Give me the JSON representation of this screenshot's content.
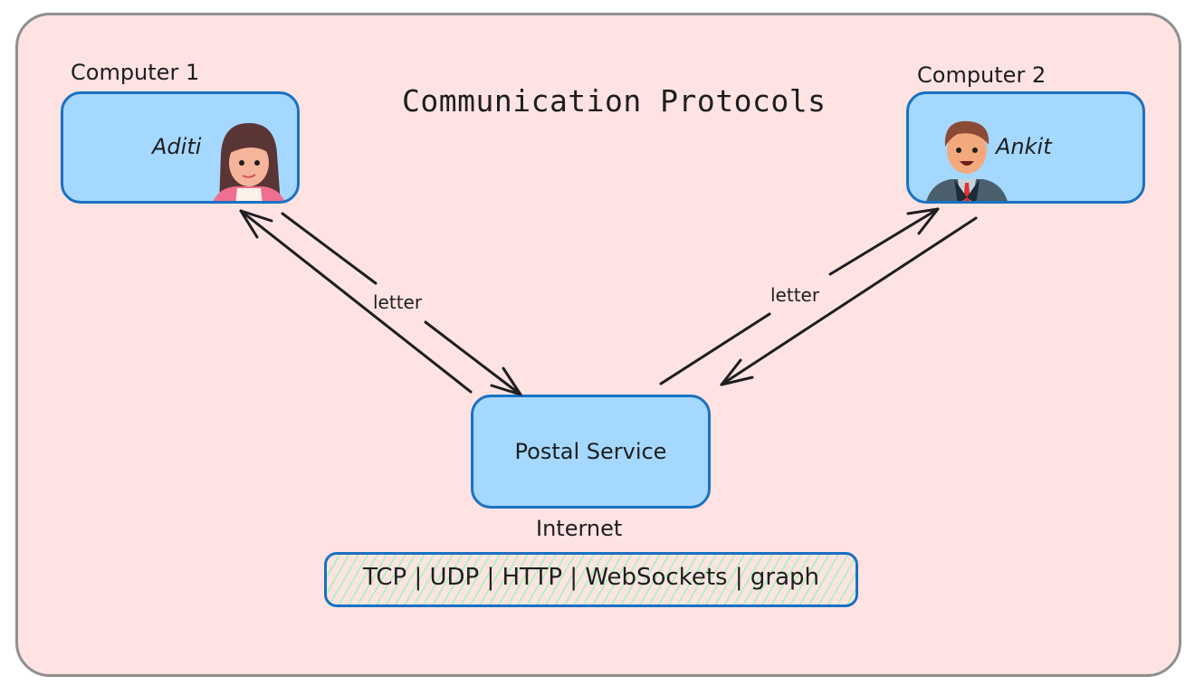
{
  "diagram": {
    "title": "Communication Protocols",
    "nodes": {
      "computer1": {
        "label": "Computer 1",
        "person": "Aditi",
        "avatar": "female-avatar"
      },
      "computer2": {
        "label": "Computer 2",
        "person": "Ankit",
        "avatar": "male-avatar"
      },
      "postal": {
        "label": "Postal Service",
        "caption": "Internet"
      }
    },
    "edges": {
      "left_label": "letter",
      "right_label": "letter"
    },
    "protocols": "TCP | UDP | HTTP | WebSockets | graph"
  }
}
